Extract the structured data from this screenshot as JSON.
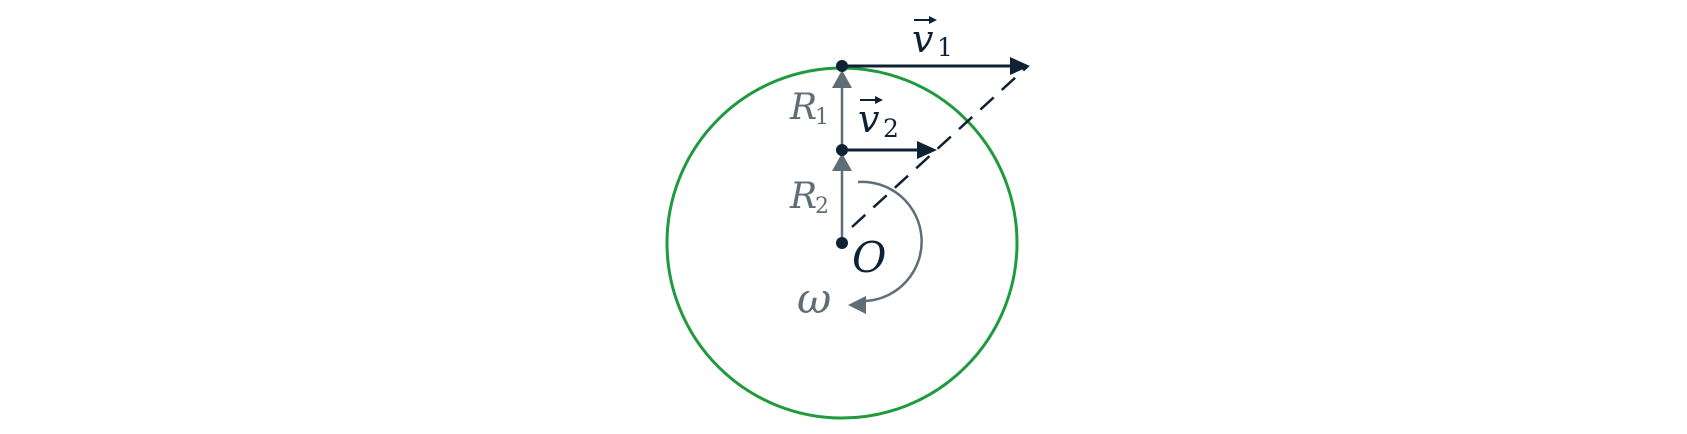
{
  "colors": {
    "circle": "#1f9a3e",
    "dark": "#0f2233",
    "gray": "#5f6e76"
  },
  "labels": {
    "v1_letter": "v",
    "v1_sub": "1",
    "v2_letter": "v",
    "v2_sub": "2",
    "r1_letter": "R",
    "r1_sub": "1",
    "r2_letter": "R",
    "r2_sub": "2",
    "center": "O",
    "omega": "ω"
  }
}
